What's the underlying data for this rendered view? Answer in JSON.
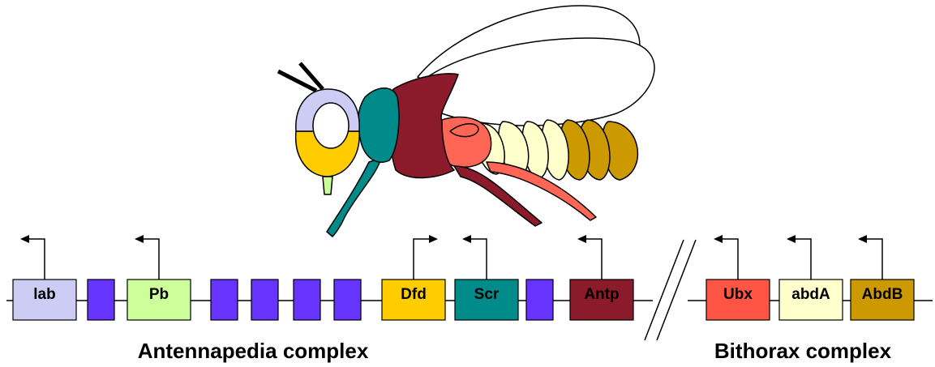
{
  "genes": [
    {
      "id": "lab",
      "label": "lab",
      "color": "#ccccf5",
      "text_color": "#000000",
      "arrow_dir": "left"
    },
    {
      "id": "blank1",
      "label": "",
      "color": "#6633ff"
    },
    {
      "id": "pb",
      "label": "Pb",
      "color": "#ccff99",
      "text_color": "#000000",
      "arrow_dir": "left"
    },
    {
      "id": "blank2",
      "label": "",
      "color": "#6633ff"
    },
    {
      "id": "blank3",
      "label": "",
      "color": "#6633ff"
    },
    {
      "id": "blank4",
      "label": "",
      "color": "#6633ff"
    },
    {
      "id": "blank5",
      "label": "",
      "color": "#6633ff"
    },
    {
      "id": "dfd",
      "label": "Dfd",
      "color": "#ffcc00",
      "text_color": "#000000",
      "arrow_dir": "right"
    },
    {
      "id": "scr",
      "label": "Scr",
      "color": "#008b8b",
      "text_color": "#000000",
      "arrow_dir": "left"
    },
    {
      "id": "blank6",
      "label": "",
      "color": "#6633ff"
    },
    {
      "id": "antp",
      "label": "Antp",
      "color": "#8b1a2b",
      "text_color": "#000000",
      "arrow_dir": "left"
    },
    {
      "id": "ubx",
      "label": "Ubx",
      "color": "#ff5544",
      "text_color": "#000000",
      "arrow_dir": "left"
    },
    {
      "id": "abda",
      "label": "abdA",
      "color": "#ffffcc",
      "text_color": "#000000",
      "arrow_dir": "left"
    },
    {
      "id": "abdb",
      "label": "AbdB",
      "color": "#cc9900",
      "text_color": "#000000",
      "arrow_dir": "left"
    }
  ],
  "complexes": {
    "antennapedia": "Antennapedia complex",
    "bithorax": "Bithorax complex"
  },
  "fly_colors": {
    "head_top": "#ccccf5",
    "head_bottom": "#ffcc00",
    "proboscis": "#ccff99",
    "thorax_front": "#008b8b",
    "thorax_mid": "#8b1a2b",
    "thorax_rear": "#ff6655",
    "abdomen_front": "#ffffcc",
    "abdomen_rear": "#cc9900",
    "wing": "#ffffff",
    "outline": "#000000"
  }
}
